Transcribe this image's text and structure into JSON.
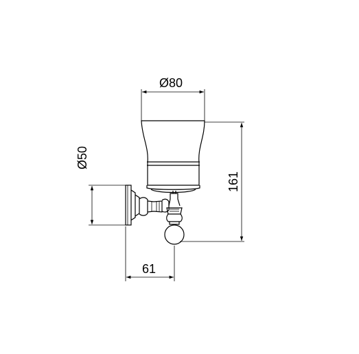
{
  "dimensions": {
    "cup_diameter": "Ø80",
    "flange_diameter": "Ø50",
    "height": "161",
    "projection": "61"
  }
}
